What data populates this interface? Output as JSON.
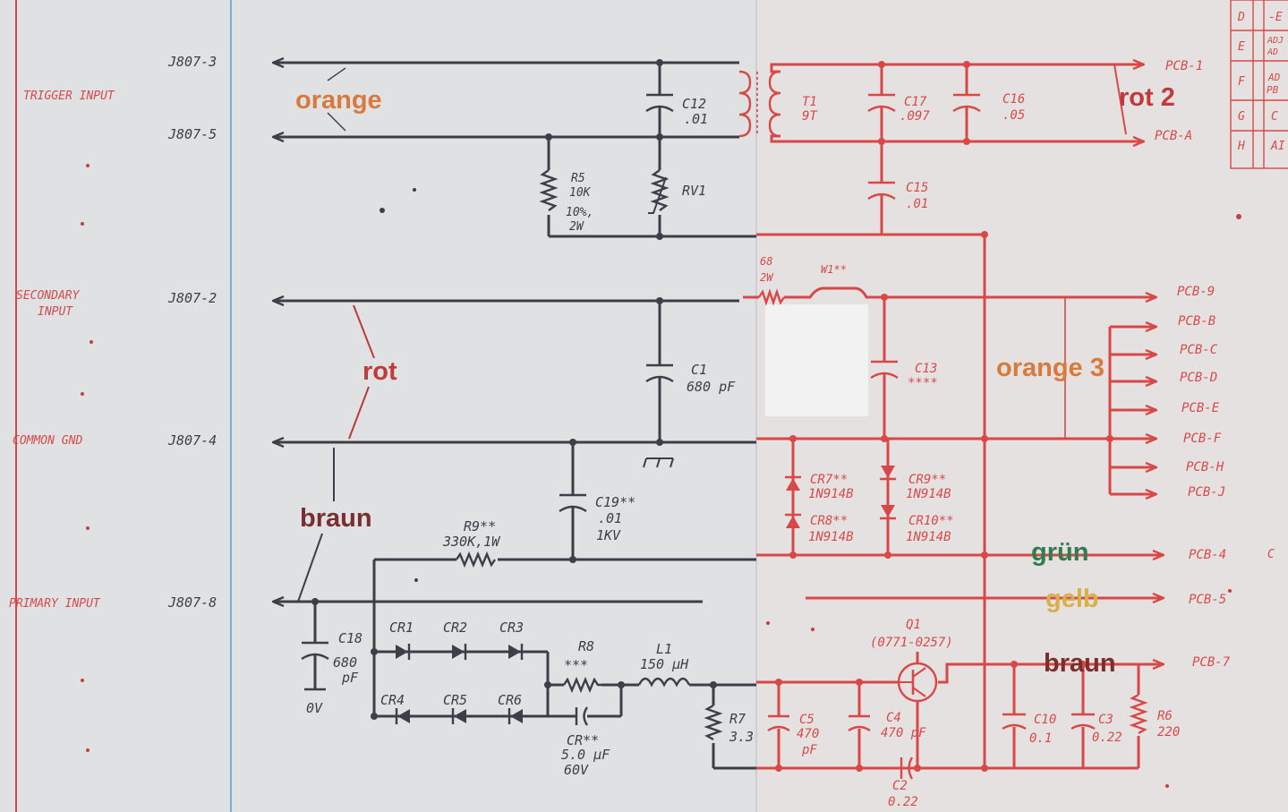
{
  "colors": {
    "paper": "#dfe1e3",
    "paper_right": "#e6e1e1",
    "ink_black": "#3c3f48",
    "ink_red": "#d84848",
    "margin_line": "#5aa4d6",
    "ann_orange": "#d87a3c",
    "ann_red": "#c0393b",
    "ann_brown": "#7a2e2e",
    "ann_green": "#2e7d4f",
    "ann_yellow": "#d8b04a"
  },
  "side_labels": {
    "trigger": "TRIGGER INPUT",
    "secondary_1": "SECONDARY",
    "secondary_2": "INPUT",
    "common": "COMMON GND",
    "primary": "PRIMARY INPUT"
  },
  "connectors": {
    "j3": "J807-3",
    "j5": "J807-5",
    "j2": "J807-2",
    "j4": "J807-4",
    "j8": "J807-8"
  },
  "components": {
    "c12": [
      "C12",
      ".01"
    ],
    "t1": [
      "T1",
      "9T"
    ],
    "c17": [
      "C17",
      ".097"
    ],
    "c16": [
      "C16",
      ".05"
    ],
    "r5": [
      "R5",
      "10K",
      "10%,",
      "2W"
    ],
    "rv1": [
      "RV1"
    ],
    "c15": [
      "C15",
      ".01"
    ],
    "r_top": [
      "68",
      "2W"
    ],
    "w1": [
      "W1**"
    ],
    "c1": [
      "C1",
      "680 pF"
    ],
    "c13": [
      "C13",
      "****"
    ],
    "c19": [
      "C19**",
      ".01",
      "1KV"
    ],
    "r9": [
      "R9**",
      "330K,1W"
    ],
    "cr7": [
      "CR7**",
      "1N914B"
    ],
    "cr8": [
      "CR8**",
      "1N914B"
    ],
    "cr9": [
      "CR9**",
      "1N914B"
    ],
    "cr10": [
      "CR10**",
      "1N914B"
    ],
    "c18": [
      "C18",
      "680",
      "pF"
    ],
    "ov": [
      "0V"
    ],
    "cr1": [
      "CR1"
    ],
    "cr2": [
      "CR2"
    ],
    "cr3": [
      "CR3"
    ],
    "cr4": [
      "CR4"
    ],
    "cr5": [
      "CR5"
    ],
    "cr6": [
      "CR6"
    ],
    "r8": [
      "R8",
      "***"
    ],
    "l1": [
      "L1",
      "150 µH"
    ],
    "cr_bottom": [
      "CR**",
      "5.0 µF",
      "60V"
    ],
    "r7": [
      "R7",
      "3.3"
    ],
    "c5": [
      "C5",
      "470",
      "pF"
    ],
    "c4": [
      "C4",
      "470 pF"
    ],
    "q1": [
      "Q1",
      "(0771-0257)"
    ],
    "c2": [
      "C2",
      "0.22"
    ],
    "c10": [
      "C10",
      "0.1"
    ],
    "c3": [
      "C3",
      "0.22"
    ],
    "r6": [
      "R6",
      "220"
    ]
  },
  "pcb": {
    "p1": "PCB-1",
    "pa": "PCB-A",
    "p9": "PCB-9",
    "pb": "PCB-B",
    "pc": "PCB-C",
    "pd": "PCB-D",
    "pe": "PCB-E",
    "pf": "PCB-F",
    "ph": "PCB-H",
    "pj": "PCB-J",
    "p4": "PCB-4",
    "p5": "PCB-5",
    "p7": "PCB-7"
  },
  "corner_table": {
    "rows": [
      [
        "D",
        "-E"
      ],
      [
        "E",
        "ADJ",
        "AD"
      ],
      [
        "F",
        "AD",
        "PB"
      ],
      [
        "G",
        "C"
      ],
      [
        "H",
        "AI"
      ]
    ],
    "edge": "C"
  },
  "annotations": {
    "orange": "orange",
    "rot2": "rot 2",
    "rot": "rot",
    "orange3": "orange 3",
    "braun": "braun",
    "gruen": "grün",
    "gelb": "gelb",
    "braun2": "braun"
  }
}
